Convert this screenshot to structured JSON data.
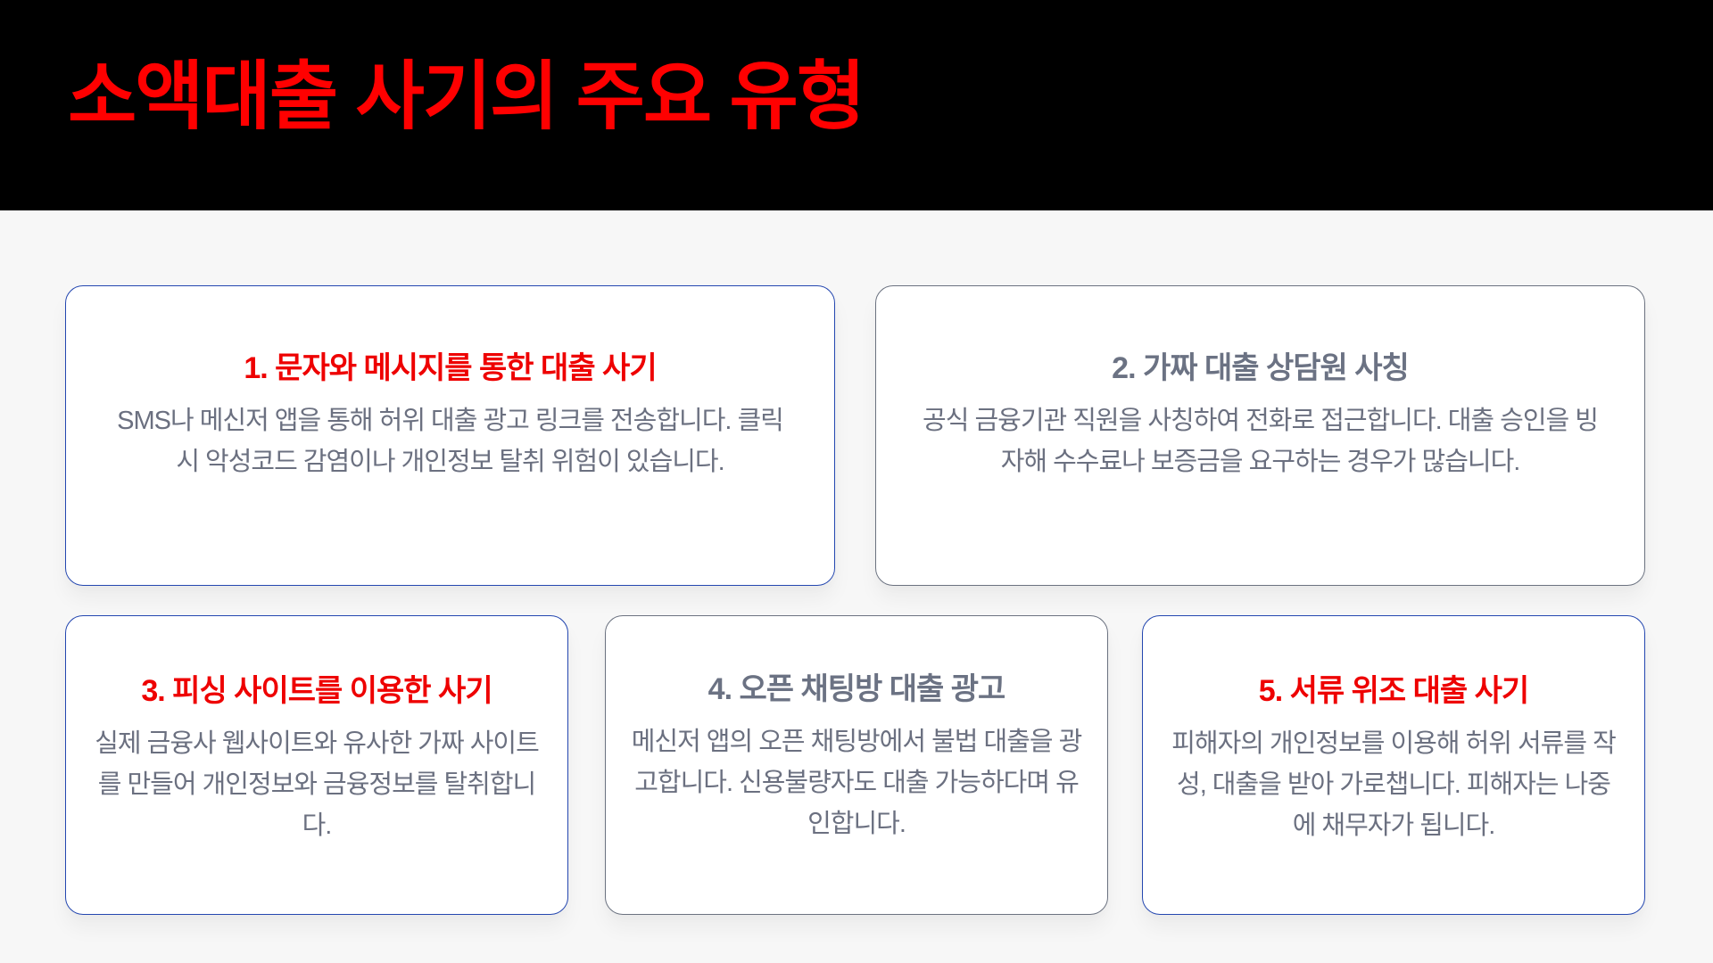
{
  "header": {
    "title": "소액대출 사기의 주요 유형",
    "background_color": "#000000",
    "title_color": "#ff0000"
  },
  "colors": {
    "accent_red": "#ee0000",
    "muted_gray": "#6b7283",
    "accent_border_blue": "#2447b0",
    "neutral_border_gray": "#6b7280",
    "page_background": "#f7f7f7"
  },
  "cards": [
    {
      "title": "1. 문자와 메시지를 통한 대출 사기",
      "body": "SMS나 메신저 앱을 통해 허위 대출 광고 링크를 전송합니다. 클릭 시 악성코드 감염이나 개인정보 탈취 위험이 있습니다.",
      "highlighted": true
    },
    {
      "title": "2. 가짜 대출 상담원 사칭",
      "body": "공식 금융기관 직원을 사칭하여 전화로 접근합니다. 대출 승인을 빙자해 수수료나 보증금을 요구하는 경우가 많습니다.",
      "highlighted": false
    },
    {
      "title": "3. 피싱 사이트를 이용한 사기",
      "body": "실제 금융사 웹사이트와 유사한 가짜 사이트를 만들어 개인정보와 금융정보를 탈취합니다.",
      "highlighted": true
    },
    {
      "title": "4. 오픈 채팅방 대출 광고",
      "body": "메신저 앱의 오픈 채팅방에서 불법 대출을 광고합니다. 신용불량자도 대출 가능하다며 유인합니다.",
      "highlighted": false
    },
    {
      "title": "5. 서류 위조 대출 사기",
      "body": "피해자의 개인정보를 이용해 허위 서류를 작성, 대출을 받아 가로챕니다. 피해자는 나중에 채무자가 됩니다.",
      "highlighted": true
    }
  ]
}
